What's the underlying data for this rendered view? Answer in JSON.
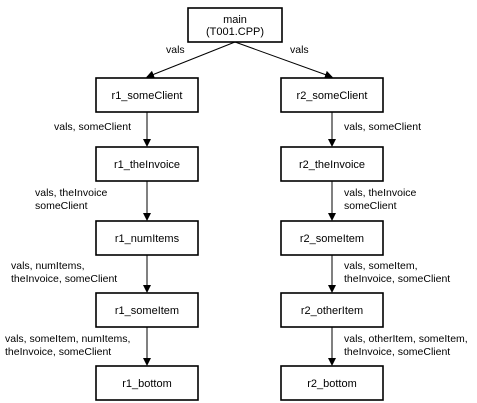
{
  "nodes": {
    "main": {
      "lines": [
        "main",
        "(T001.CPP)"
      ]
    },
    "r1_someClient": {
      "lines": [
        "r1_someClient"
      ]
    },
    "r1_theInvoice": {
      "lines": [
        "r1_theInvoice"
      ]
    },
    "r1_numItems": {
      "lines": [
        "r1_numItems"
      ]
    },
    "r1_someItem": {
      "lines": [
        "r1_someItem"
      ]
    },
    "r1_bottom": {
      "lines": [
        "r1_bottom"
      ]
    },
    "r2_someClient": {
      "lines": [
        "r2_someClient"
      ]
    },
    "r2_theInvoice": {
      "lines": [
        "r2_theInvoice"
      ]
    },
    "r2_someItem": {
      "lines": [
        "r2_someItem"
      ]
    },
    "r2_otherItem": {
      "lines": [
        "r2_otherItem"
      ]
    },
    "r2_bottom": {
      "lines": [
        "r2_bottom"
      ]
    }
  },
  "edges": [
    {
      "from": "main",
      "to": "r1_someClient",
      "label": [
        "vals"
      ]
    },
    {
      "from": "main",
      "to": "r2_someClient",
      "label": [
        "vals"
      ]
    },
    {
      "from": "r1_someClient",
      "to": "r1_theInvoice",
      "label": [
        "vals, someClient"
      ]
    },
    {
      "from": "r1_theInvoice",
      "to": "r1_numItems",
      "label": [
        "vals, theInvoice",
        "someClient"
      ]
    },
    {
      "from": "r1_numItems",
      "to": "r1_someItem",
      "label": [
        "vals, numItems,",
        "theInvoice, someClient"
      ]
    },
    {
      "from": "r1_someItem",
      "to": "r1_bottom",
      "label": [
        "vals, someItem, numItems,",
        "theInvoice, someClient"
      ]
    },
    {
      "from": "r2_someClient",
      "to": "r2_theInvoice",
      "label": [
        "vals, someClient"
      ]
    },
    {
      "from": "r2_theInvoice",
      "to": "r2_someItem",
      "label": [
        "vals, theInvoice",
        "someClient"
      ]
    },
    {
      "from": "r2_someItem",
      "to": "r2_otherItem",
      "label": [
        "vals, someItem,",
        "theInvoice, someClient"
      ]
    },
    {
      "from": "r2_otherItem",
      "to": "r2_bottom",
      "label": [
        "vals, otherItem, someItem,",
        "theInvoice, someClient"
      ]
    }
  ]
}
